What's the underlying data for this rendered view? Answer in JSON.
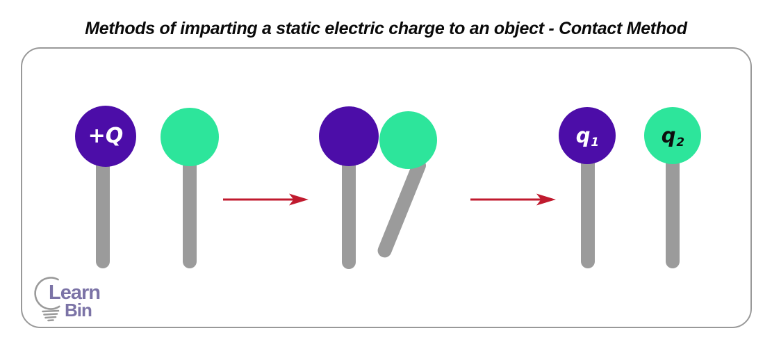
{
  "title": "Methods of imparting a static electric charge to an object - Contact Method",
  "colors": {
    "purple": "#4C0DA8",
    "green": "#2DE59B",
    "stick": "#9B9B9B",
    "arrow": "#C01A2E",
    "logo_text": "#7B73A6",
    "bulb": "#9A9A9A",
    "panel_border": "#999999",
    "title_text": "#0A0A0A"
  },
  "stages": {
    "initial": {
      "charged_sphere_label": "+Q"
    },
    "contact": {},
    "final": {
      "sphere1_label_main": "q",
      "sphere1_label_sub": "1",
      "sphere2_label_main": "q",
      "sphere2_label_sub": "2"
    }
  },
  "icons": {
    "arrow1": "right-arrow",
    "arrow2": "right-arrow",
    "logo_bulb": "lightbulb"
  },
  "logo": {
    "line1": "Learn",
    "line2": "Bin"
  }
}
